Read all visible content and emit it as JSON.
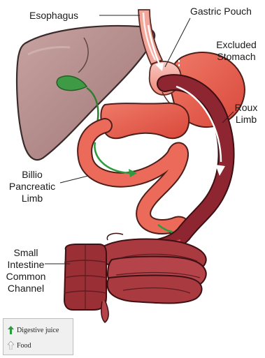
{
  "labels": {
    "esophagus": "Esophagus",
    "gastric_pouch": "Gastric Pouch",
    "excluded_stomach": [
      "Excluded",
      "Stomach"
    ],
    "roux_limb": [
      "Roux",
      "Limb"
    ],
    "biliopancreatic_limb": [
      "Billio",
      "Pancreatic",
      "Limb"
    ],
    "common_channel": [
      "Small",
      "Intestine",
      "Common",
      "Channel"
    ]
  },
  "legend": {
    "items": [
      {
        "label": "Digestive juice",
        "icon": "green-up-arrow-icon",
        "color": "#2e9a3e"
      },
      {
        "label": "Food",
        "icon": "white-up-arrow-icon",
        "color": "#ffffff"
      }
    ]
  },
  "colors": {
    "liver": "#b48a8a",
    "stomach": "#e8604f",
    "roux_limb": "#8d2630",
    "intestine": "#a83a40",
    "bile": "#2e9a3e"
  }
}
